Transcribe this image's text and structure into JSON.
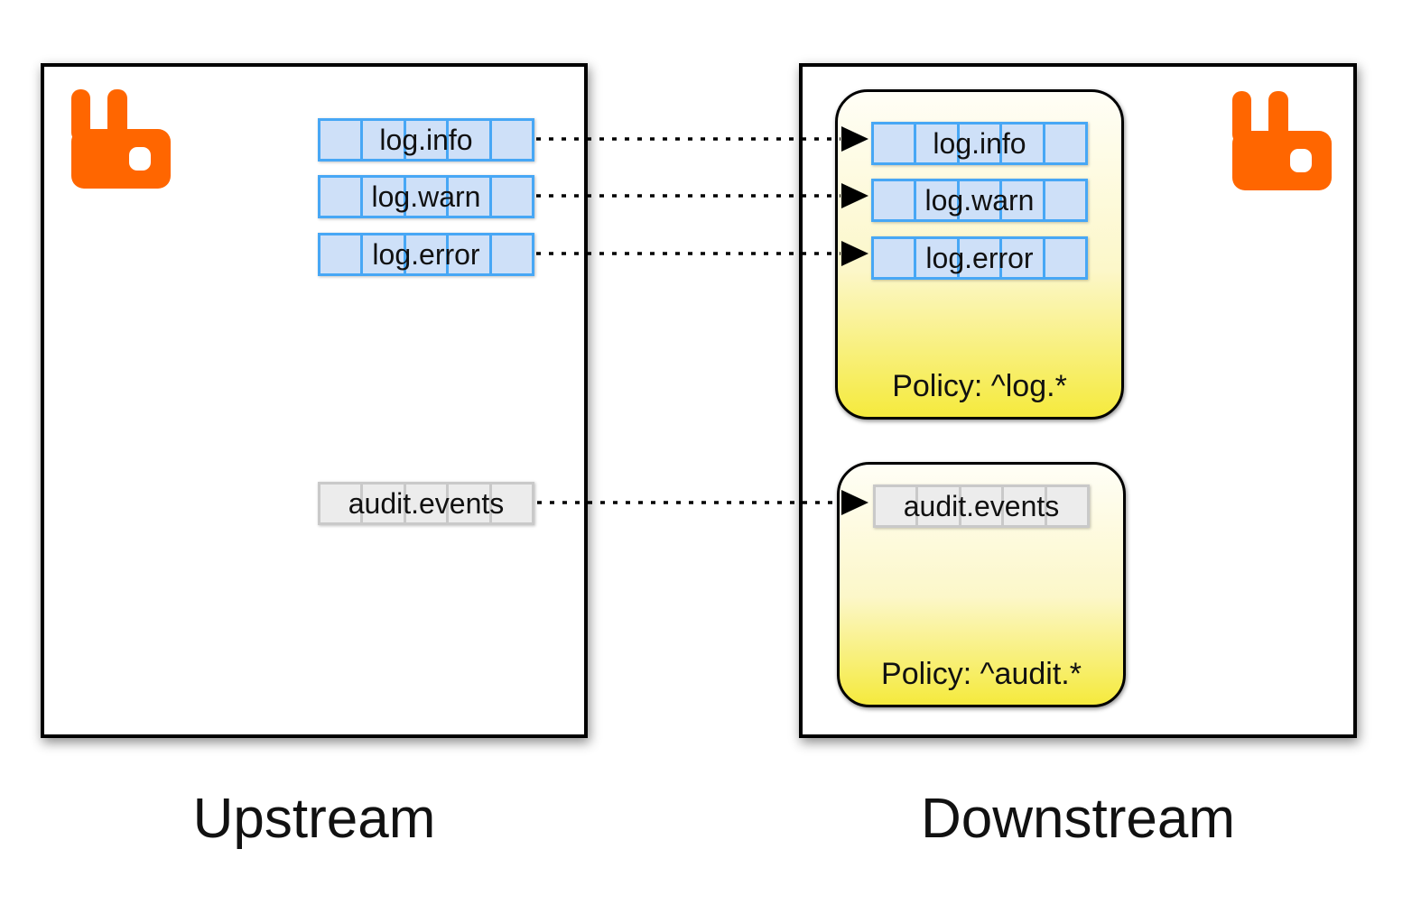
{
  "upstream": {
    "label": "Upstream",
    "queues": [
      {
        "name": "log.info",
        "type": "log"
      },
      {
        "name": "log.warn",
        "type": "log"
      },
      {
        "name": "log.error",
        "type": "log"
      },
      {
        "name": "audit.events",
        "type": "audit"
      }
    ]
  },
  "downstream": {
    "label": "Downstream",
    "policies": [
      {
        "label": "Policy: ^log.*",
        "queues": [
          "log.info",
          "log.warn",
          "log.error"
        ]
      },
      {
        "label": "Policy: ^audit.*",
        "queues": [
          "audit.events"
        ]
      }
    ]
  },
  "links": [
    {
      "from": "log.info",
      "to": "log.info"
    },
    {
      "from": "log.warn",
      "to": "log.warn"
    },
    {
      "from": "log.error",
      "to": "log.error"
    },
    {
      "from": "audit.events",
      "to": "audit.events"
    }
  ],
  "colors": {
    "rabbit-orange": "#FF6600",
    "queue-blue-border": "#47A7F5",
    "queue-blue-fill": "#CEE0F8",
    "queue-gray-border": "#C9C9C9",
    "queue-gray-fill": "#ECECEC",
    "policy-yellow-bottom": "#F5EA3D",
    "line-black": "#000000"
  }
}
